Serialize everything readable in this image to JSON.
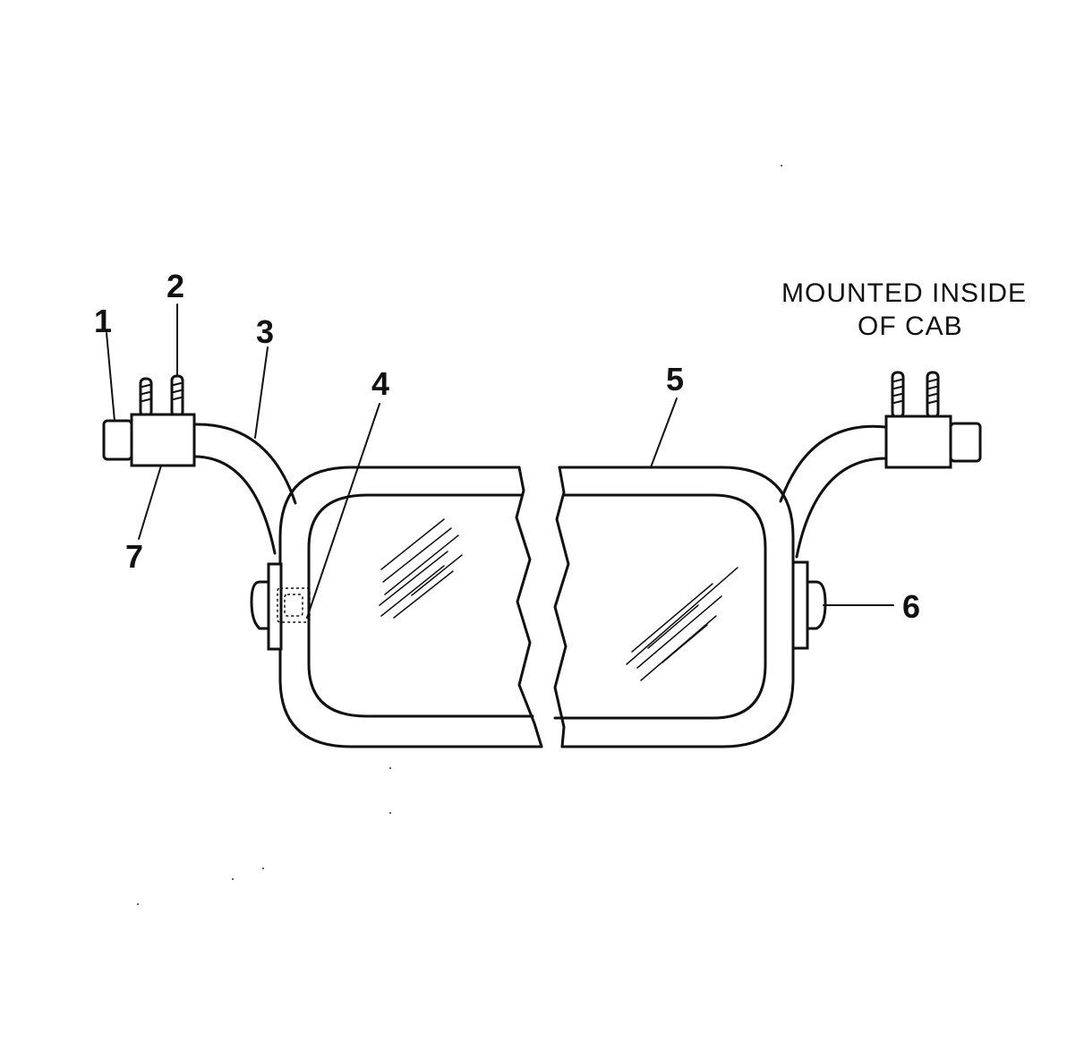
{
  "callouts": [
    "1",
    "2",
    "3",
    "4",
    "5",
    "6",
    "7"
  ],
  "note": {
    "line1": "MOUNTED INSIDE",
    "line2": "OF CAB"
  }
}
